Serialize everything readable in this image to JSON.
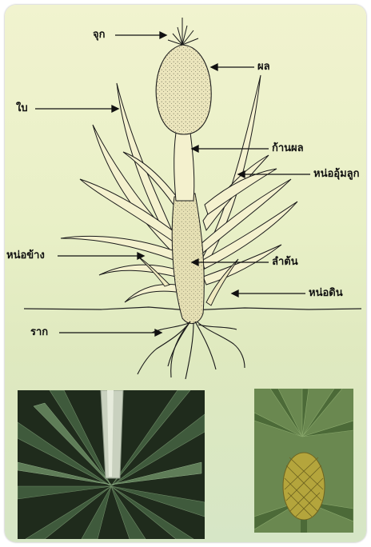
{
  "labels": {
    "crown": "จุก",
    "fruit": "ผล",
    "leaf": "ใบ",
    "peduncle": "ก้านผล",
    "slip": "หน่ออุ้มลูก",
    "sucker": "หน่อข้าง",
    "stem": "ลำต้น",
    "ground_shoot": "หน่อดิน",
    "root": "ราก"
  },
  "colors": {
    "background": "#eef1cb",
    "ink": "#111111",
    "leaf_fill": "#f3f0c9"
  },
  "photos": {
    "left": "pineapple-plant-base-photo",
    "right": "pineapple-fruit-photo"
  }
}
